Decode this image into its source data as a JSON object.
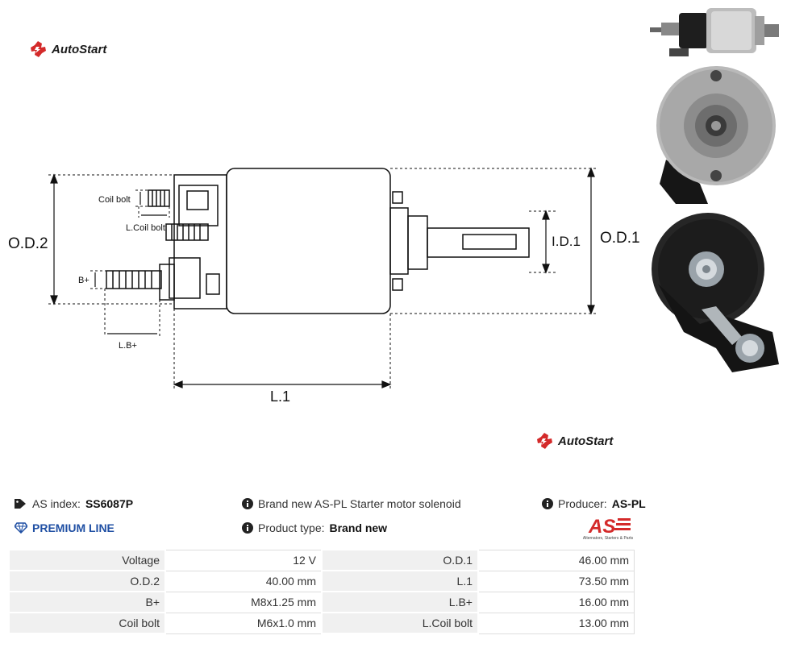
{
  "brand": {
    "name": "AutoStart",
    "accent": "#d42a2a"
  },
  "drawing_labels": {
    "od2": "O.D.2",
    "od1": "O.D.1",
    "id1": "I.D.1",
    "l1": "L.1",
    "coil_bolt": "Coil bolt",
    "lcoil_bolt": "L.Coil bolt",
    "bplus": "B+",
    "lbplus": "L.B+"
  },
  "info": {
    "as_index_label": "AS index:",
    "as_index_value": "SS6087P",
    "premium": "PREMIUM LINE",
    "description": "Brand new AS-PL Starter motor solenoid",
    "product_type_label": "Product type:",
    "product_type_value": "Brand new",
    "producer_label": "Producer:",
    "producer_value": "AS-PL",
    "as_logo_text": "AS",
    "as_logo_sub": "Alternators, Starters & Parts"
  },
  "specs": [
    {
      "k1": "Voltage",
      "v1": "12 V",
      "k2": "O.D.1",
      "v2": "46.00 mm"
    },
    {
      "k1": "O.D.2",
      "v1": "40.00 mm",
      "k2": "L.1",
      "v2": "73.50 mm"
    },
    {
      "k1": "B+",
      "v1": "M8x1.25 mm",
      "k2": "L.B+",
      "v2": "16.00 mm"
    },
    {
      "k1": "Coil bolt",
      "v1": "M6x1.0 mm",
      "k2": "L.Coil bolt",
      "v2": "13.00 mm"
    }
  ]
}
